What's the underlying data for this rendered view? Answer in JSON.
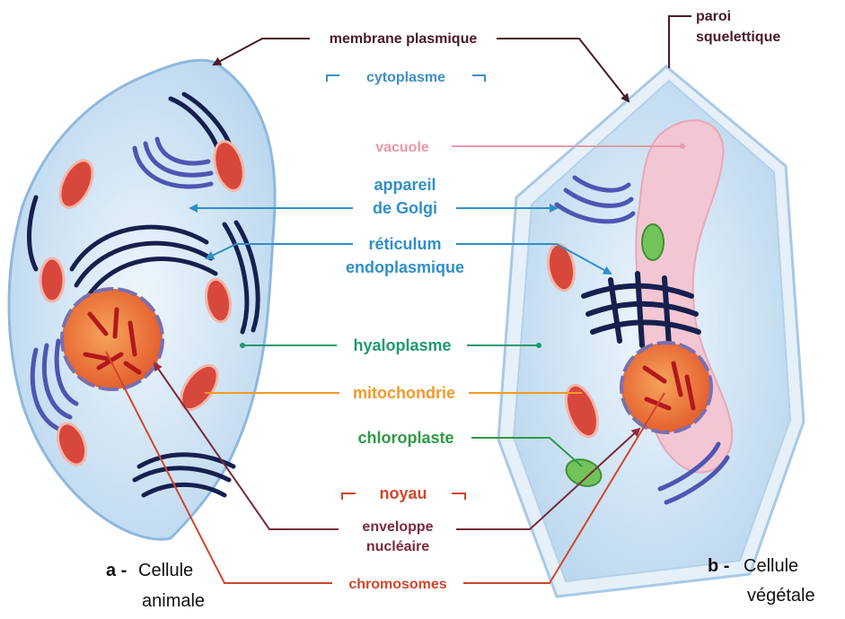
{
  "colors": {
    "membrane_line": "#4a1a26",
    "cytoplasme": "#3d8fc7",
    "vacuole": "#e89aa6",
    "golgi": "#2f8fc7",
    "reticulum": "#2f8fc7",
    "hyaloplasme": "#1f9a6e",
    "mitochondrie": "#ef9a2a",
    "chloroplaste": "#2f9a45",
    "noyau": "#d2462a",
    "enveloppe": "#7a2a3a",
    "chromosomes": "#d2462a",
    "cell_fill": "#cfe3f5",
    "cell_edge": "#8fb8de",
    "golgi_stack": "#4d56b2",
    "reticulum_stack": "#16204f",
    "mito_fill": "#d8473c",
    "nucleus_fill": "#f07a3a",
    "vacuole_fill": "#f3c6d3",
    "chloro_fill": "#72c45a"
  },
  "labels": {
    "membrane": "membrane plasmique",
    "paroi_line1": "paroi",
    "paroi_line2": "squelettique",
    "cytoplasme": "cytoplasme",
    "vacuole": "vacuole",
    "golgi_line1": "appareil",
    "golgi_line2": "de Golgi",
    "reticulum_line1": "réticulum",
    "reticulum_line2": "endoplasmique",
    "hyaloplasme": "hyaloplasme",
    "mitochondrie": "mitochondrie",
    "chloroplaste": "chloroplaste",
    "noyau": "noyau",
    "enveloppe_line1": "enveloppe",
    "enveloppe_line2": "nucléaire",
    "chromosomes": "chromosomes"
  },
  "captions": {
    "a_letter": "a -",
    "a_line1": "Cellule",
    "a_line2": "animale",
    "b_letter": "b -",
    "b_line1": "Cellule",
    "b_line2": "végétale"
  }
}
